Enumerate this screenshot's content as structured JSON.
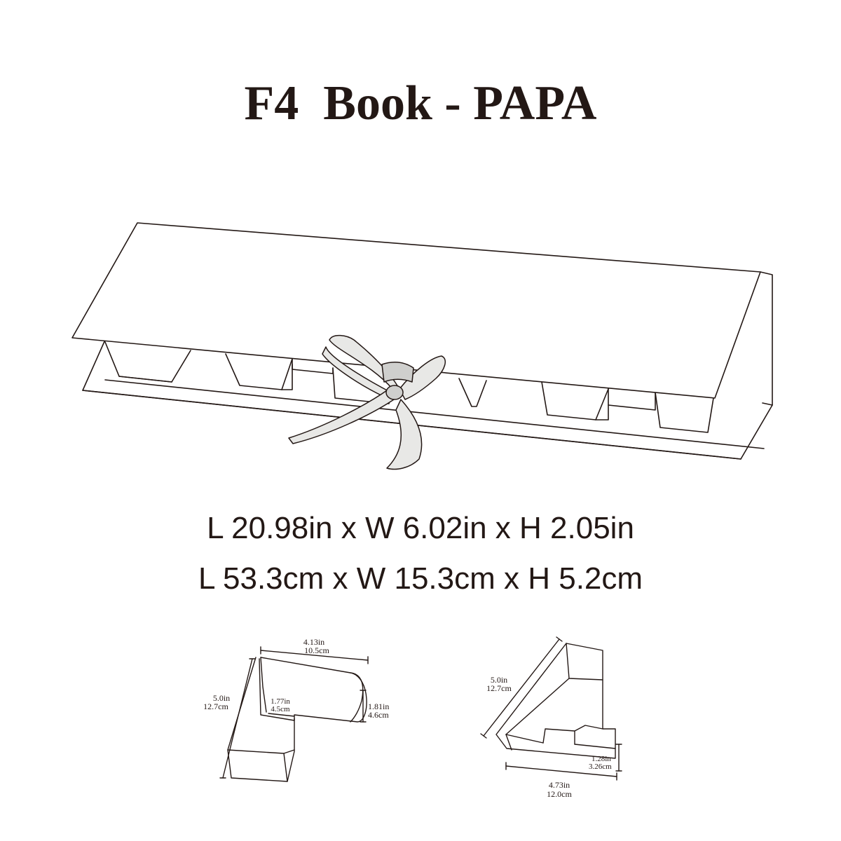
{
  "title": "F4  Book - PAPA",
  "dimensions": {
    "inches": "L 20.98in x W 6.02in x H 2.05in",
    "cm": "L 53.3cm x W 15.3cm x H 5.2cm"
  },
  "letter_p": {
    "width_in": "4.13in",
    "width_cm": "10.5cm",
    "height_in": "5.0in",
    "height_cm": "12.7cm",
    "stem_in": "1.77in",
    "stem_cm": "4.5cm",
    "bowl_in": "1.81in",
    "bowl_cm": "4.6cm"
  },
  "letter_a": {
    "height_in": "5.0in",
    "height_cm": "12.7cm",
    "foot_in": "1.28in",
    "foot_cm": "3.26cm",
    "width_in": "4.73in",
    "width_cm": "12.0cm"
  },
  "colors": {
    "line": "#231815",
    "ribbon": "#e8e8e6",
    "background": "#ffffff"
  }
}
